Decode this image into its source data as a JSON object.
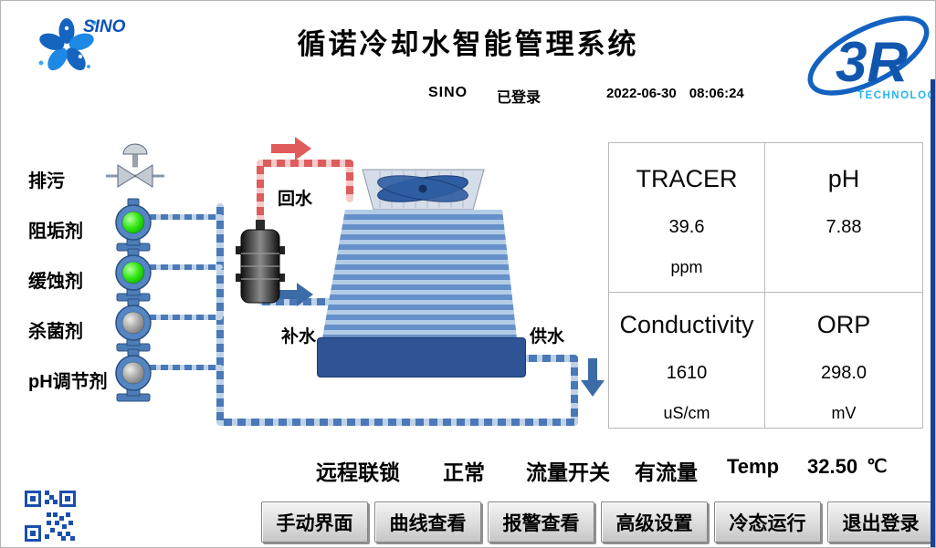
{
  "header": {
    "title": "循诺冷却水智能管理系统",
    "user": "SINO",
    "login_status": "已登录",
    "date": "2022-06-30",
    "time": "08:06:24"
  },
  "logos": {
    "sino": "SINO",
    "r3": "3R",
    "r3_sub": "TECHNOLOGY"
  },
  "diagram": {
    "blowdown_label": "排污",
    "chemicals": [
      {
        "label": "阻垢剂",
        "state": "on"
      },
      {
        "label": "缓蚀剂",
        "state": "on"
      },
      {
        "label": "杀菌剂",
        "state": "off"
      },
      {
        "label": "pH调节剂",
        "state": "off"
      }
    ],
    "return_water_label": "回水",
    "makeup_water_label": "补水",
    "supply_water_label": "供水"
  },
  "panel": {
    "cells": [
      {
        "name": "TRACER",
        "value": "39.6",
        "unit": "ppm"
      },
      {
        "name": "pH",
        "value": "7.88",
        "unit": ""
      },
      {
        "name": "Conductivity",
        "value": "1610",
        "unit": "uS/cm"
      },
      {
        "name": "ORP",
        "value": "298.0",
        "unit": "mV"
      }
    ]
  },
  "status_bar": {
    "interlock_label": "远程联锁",
    "interlock_value": "正常",
    "flow_label": "流量开关",
    "flow_value": "有流量",
    "temp_label": "Temp",
    "temp_value": "32.50",
    "temp_unit": "℃"
  },
  "buttons": [
    {
      "label": "手动界面"
    },
    {
      "label": "曲线查看"
    },
    {
      "label": "报警查看"
    },
    {
      "label": "高级设置"
    },
    {
      "label": "冷态运行"
    },
    {
      "label": "退出登录"
    }
  ],
  "colors": {
    "pump_on": "#22d400",
    "pump_off": "#9a9a9a",
    "return_pipe": "#dd5c5c",
    "supply_pipe": "#4b79b7",
    "basin": "#2e5496",
    "logo_blue": "#1156ae",
    "logo_cyan": "#25b5ee"
  }
}
